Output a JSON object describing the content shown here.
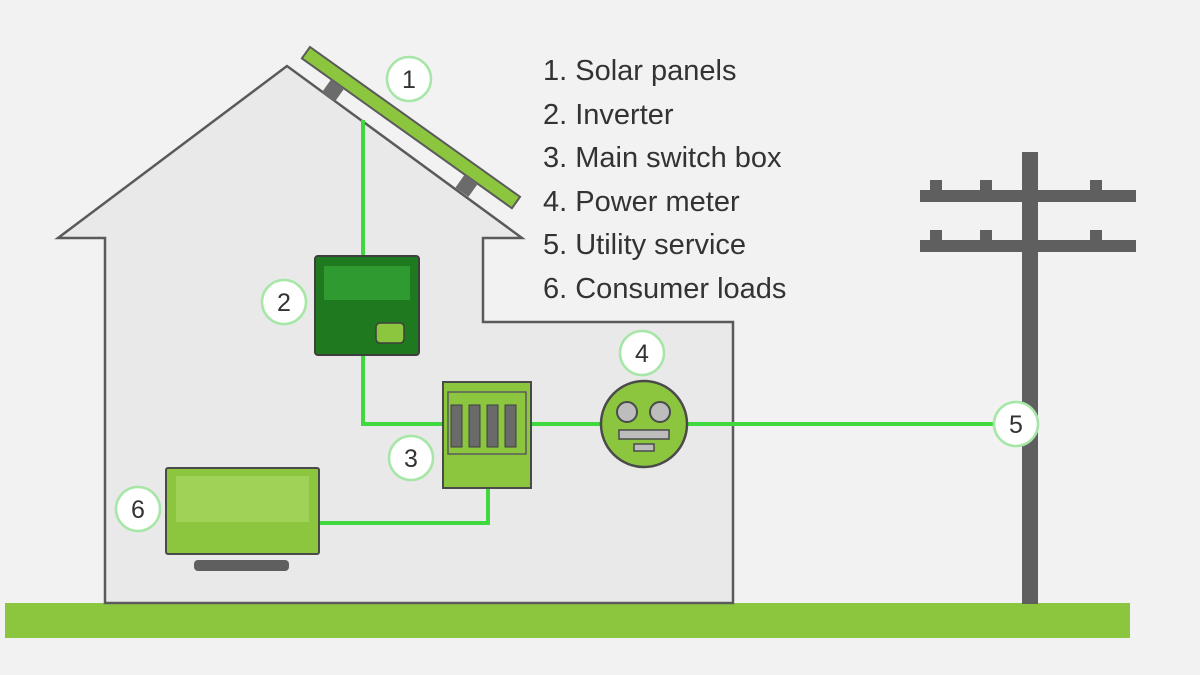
{
  "legend": [
    "1. Solar panels",
    "2. Inverter",
    "3. Main switch box",
    "4. Power meter",
    "5. Utility service",
    "6. Consumer loads"
  ],
  "badges": {
    "solar_panels": "1",
    "inverter": "2",
    "main_switch_box": "3",
    "power_meter": "4",
    "utility_service": "5",
    "consumer_loads": "6"
  },
  "colors": {
    "background": "#f2f2f2",
    "house_fill": "#e9e9e9",
    "house_outline": "#5a5a5a",
    "wire": "#3fd83f",
    "ground": "#8cc63f",
    "panel": "#8cc63f",
    "inverter": "#1f7a1f",
    "pole": "#5f5f5f"
  }
}
